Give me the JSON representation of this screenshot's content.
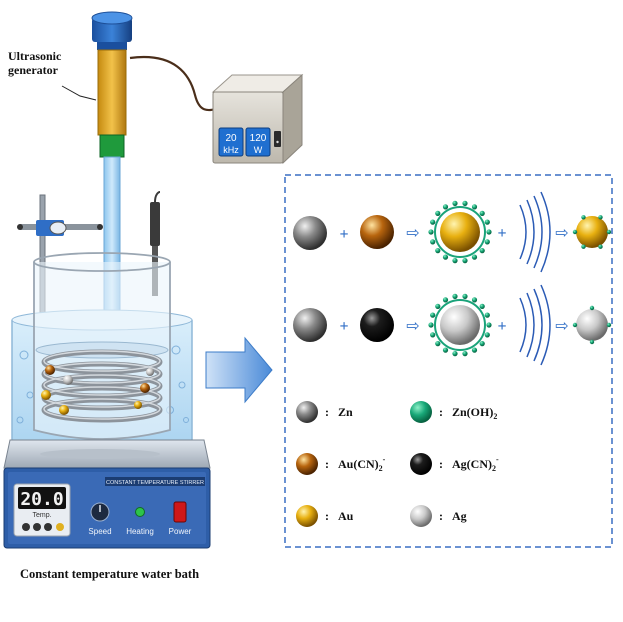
{
  "labels": {
    "ultrasonic_line1": "Ultrasonic",
    "ultrasonic_line2": "generator",
    "bath_caption": "Constant temperature water bath"
  },
  "generator_display": {
    "freq_value": "20",
    "freq_unit": "kHz",
    "power_value": "120",
    "power_unit": "W"
  },
  "stirrer": {
    "name_plate": "CONSTANT TEMPERATURE STIRRER",
    "temp_display": "20.0",
    "temp_label": "Temp.",
    "speed_label": "Speed",
    "heating_label": "Heating",
    "power_label": "Power"
  },
  "legend": [
    {
      "symbol": "Zn",
      "color": "#7a7a7a",
      "kind": "sphere"
    },
    {
      "symbol": "Zn(OH)",
      "sub": "2",
      "color": "#1aa37a",
      "kind": "dot"
    },
    {
      "symbol": "Au(CN)",
      "sub": "2",
      "sup": "-",
      "color": "#a85a0e",
      "kind": "sphere"
    },
    {
      "symbol": "Ag(CN)",
      "sub": "2",
      "sup": "-",
      "color": "#111111",
      "kind": "sphere"
    },
    {
      "symbol": "Au",
      "color": "#e0aa10",
      "kind": "sphere"
    },
    {
      "symbol": "Ag",
      "color": "#c8c8c8",
      "kind": "sphere"
    }
  ],
  "legend_colon": ":",
  "operators": {
    "plus": "+",
    "arrow": "⇨"
  },
  "colors": {
    "panel_border": "#3a6fc4",
    "arrow_blue": "#5b9be0",
    "water": "#cfe6f7",
    "wave": "#2b5bb5"
  }
}
